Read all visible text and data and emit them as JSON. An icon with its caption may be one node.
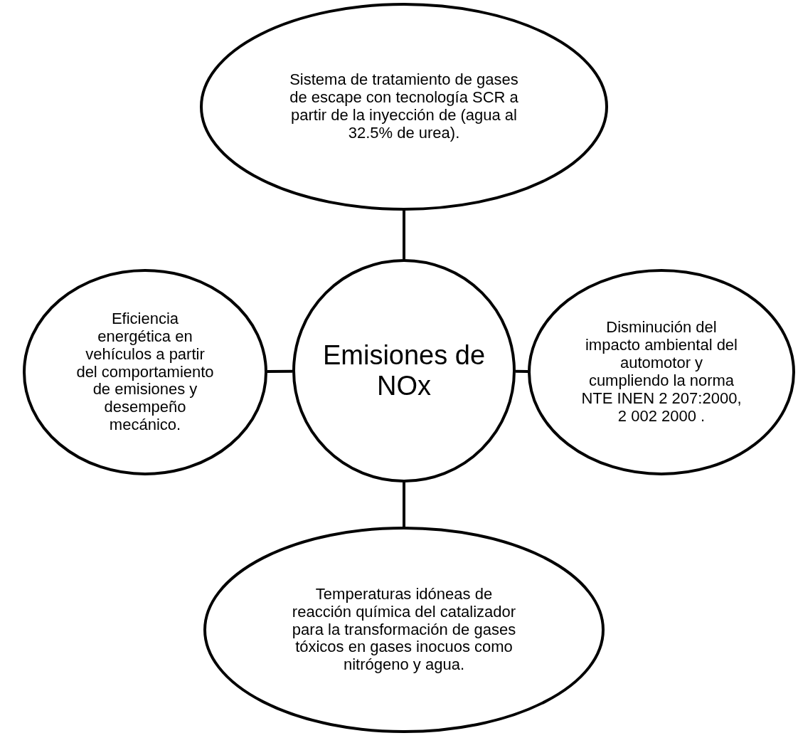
{
  "diagram": {
    "nodes": [
      {
        "text": [
          "Sistema de tratamiento de gases de escape con tecnología SCR a partir de la inyección de (agua al 32.5% de urea)."
        ]
      },
      {
        "text": [
          "Eficiencia energética en vehículos a partir del comportamiento de emisiones y desempeño mecánico."
        ]
      },
      {
        "text": [
          "Emisiones de NOx"
        ]
      },
      {
        "text": [
          "Disminución del impacto ambiental del automotor y cumpliendo la norma NTE INEN 2 207:2000, 2 002 2000 ."
        ]
      },
      {
        "text": [
          "Temperaturas idóneas de reacción química del catalizador para la transformación de gases tóxicos en gases inocuos como nitrógeno y agua."
        ]
      }
    ],
    "edges": [
      {
        "from": 2,
        "to": 0,
        "arrow": "none"
      },
      {
        "from": 2,
        "to": 1,
        "arrow": "none"
      },
      {
        "from": 2,
        "to": 3,
        "arrow": "none"
      },
      {
        "from": 2,
        "to": 4,
        "arrow": "none"
      }
    ]
  }
}
